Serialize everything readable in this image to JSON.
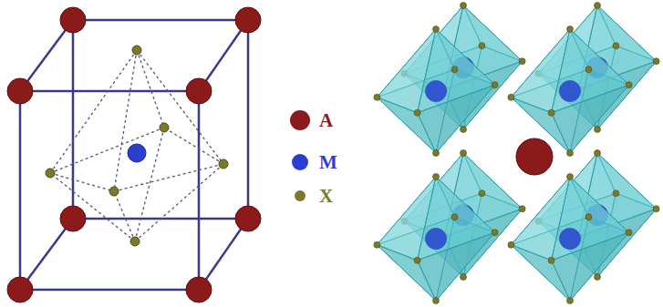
{
  "diagram": {
    "legend": [
      {
        "text": "A",
        "color": "#8b1a1a"
      },
      {
        "text": "M",
        "color": "#2a3fd0"
      },
      {
        "text": "X",
        "color": "#7a7a2a"
      }
    ]
  }
}
